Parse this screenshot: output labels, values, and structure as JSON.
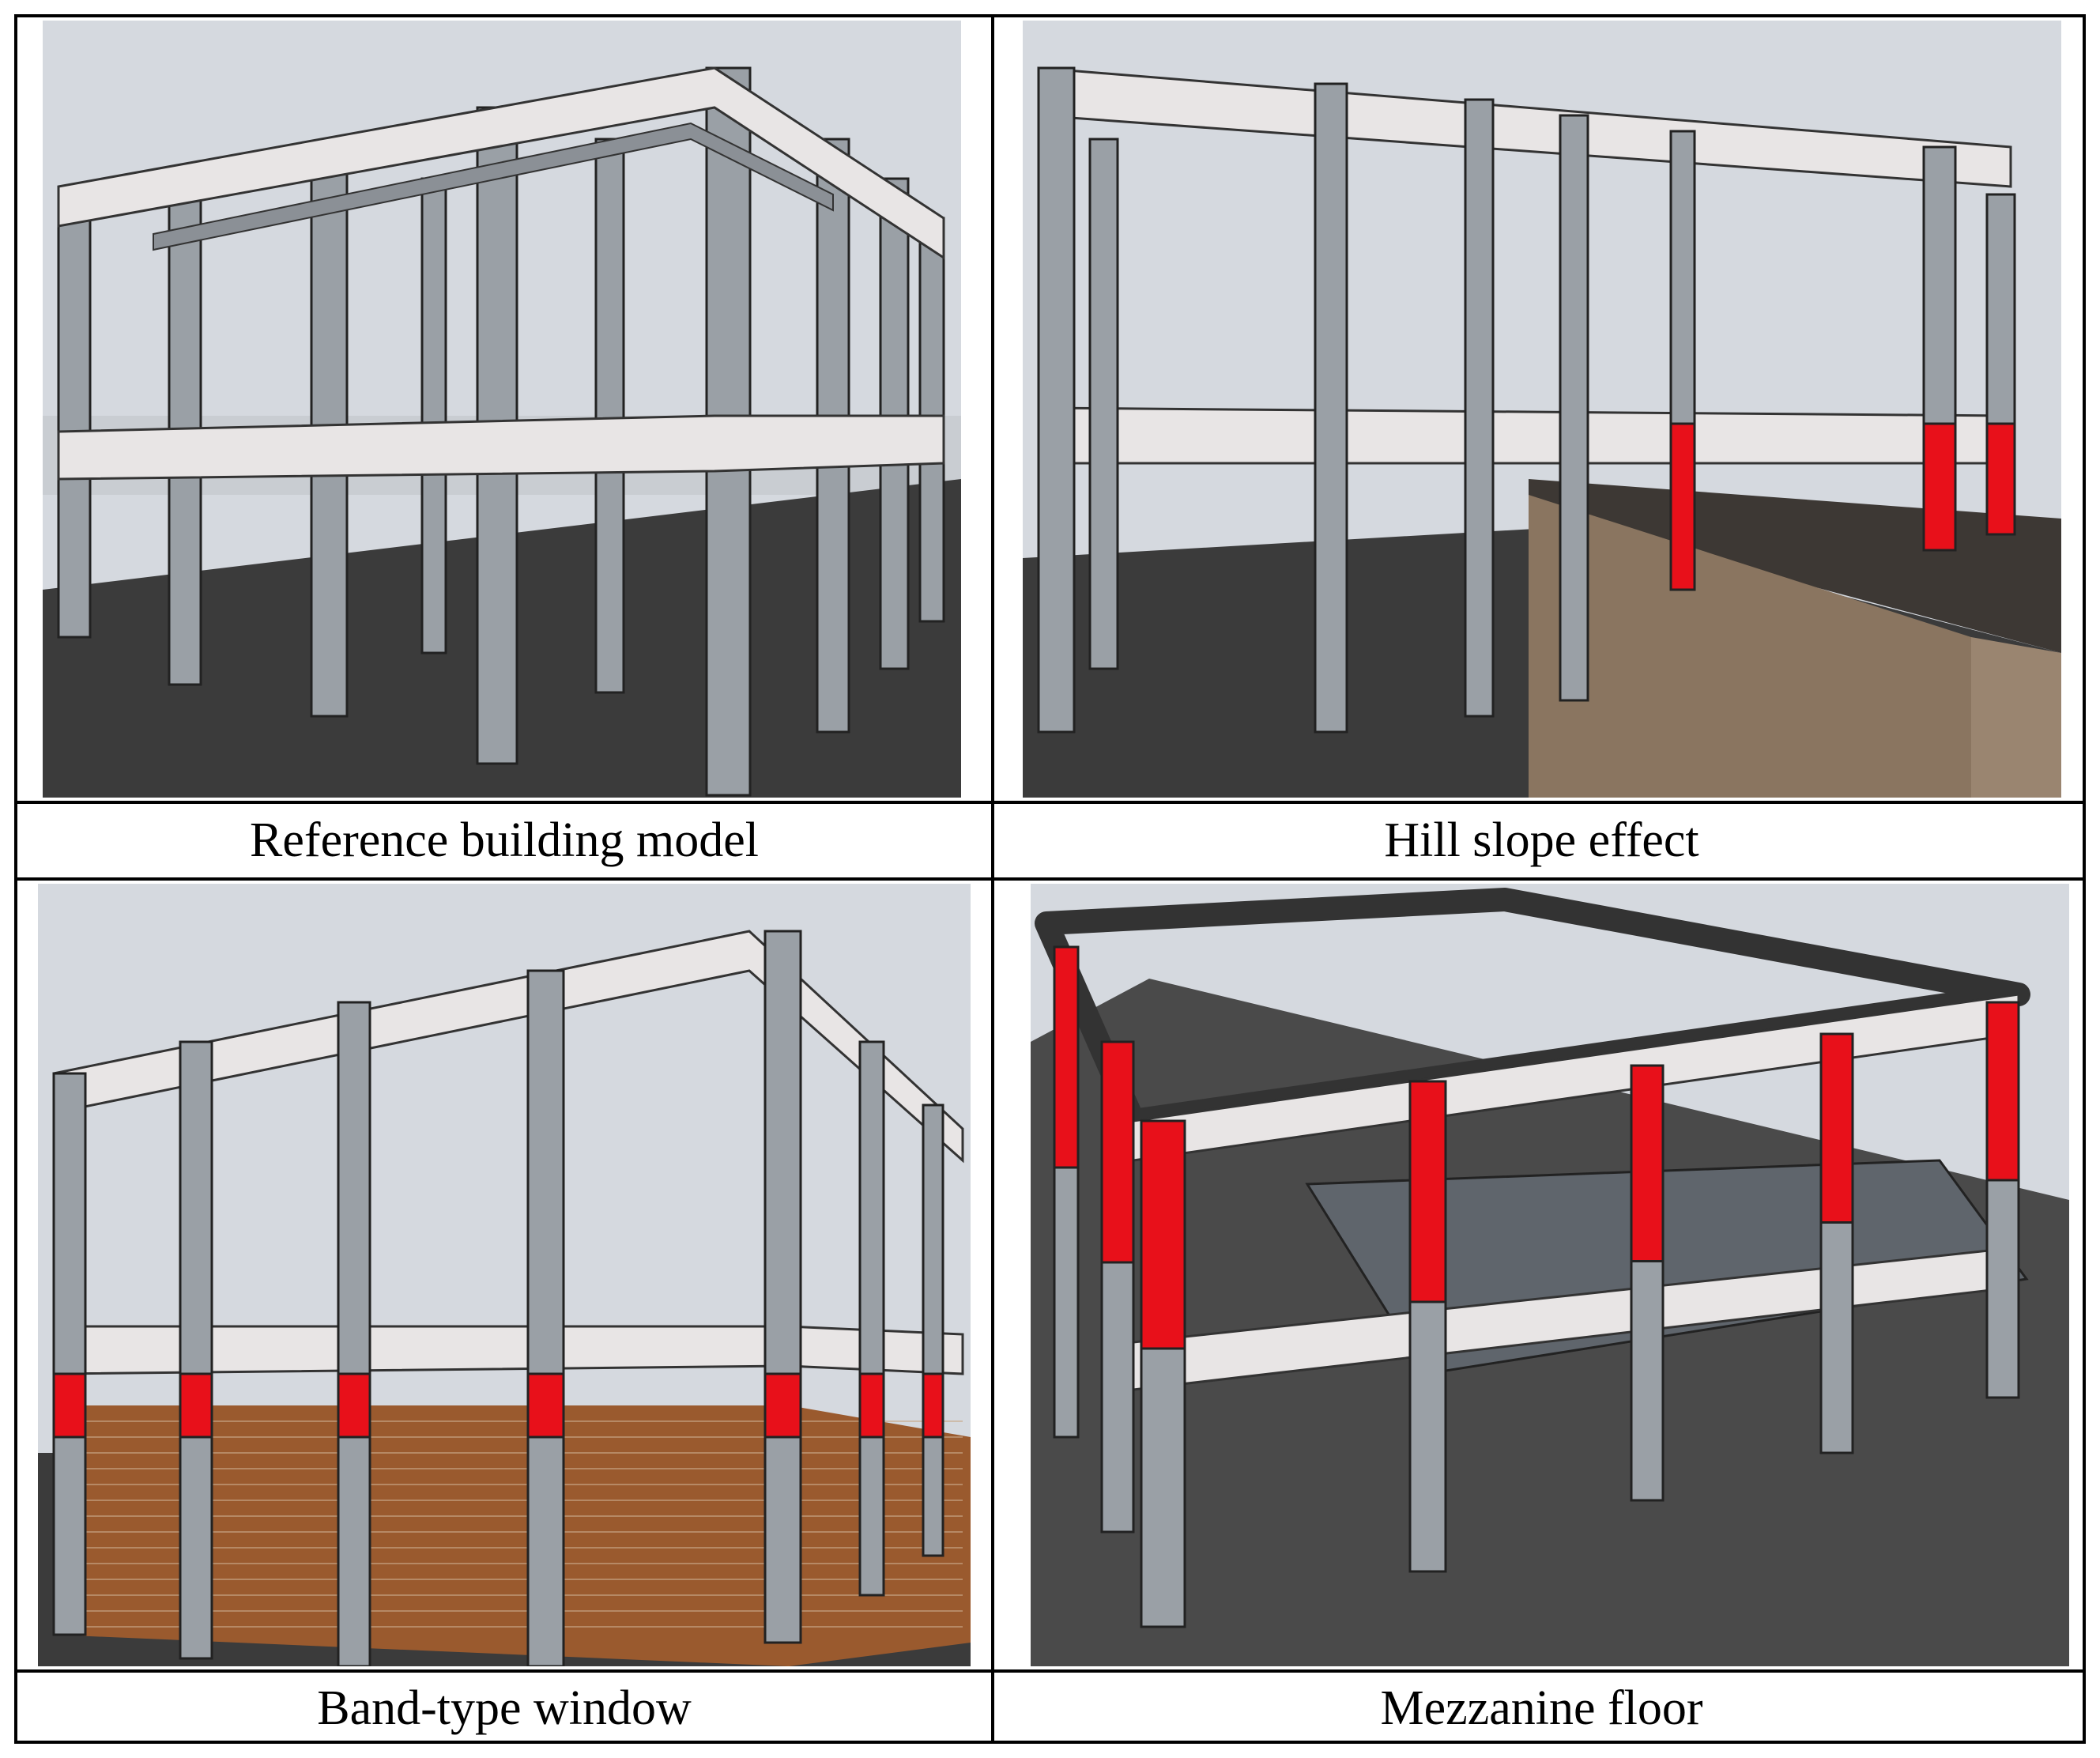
{
  "panels": [
    {
      "id": "reference",
      "caption": "Reference building model"
    },
    {
      "id": "hill",
      "caption": "Hill slope effect"
    },
    {
      "id": "band",
      "caption": "Band-type window"
    },
    {
      "id": "mezzanine",
      "caption": "Mezzanine floor"
    }
  ],
  "colors": {
    "sky": "#d7dbe0",
    "ground": "#3b3b3b",
    "column": "#9aa0a6",
    "column_shade": "#6f757b",
    "beam": "#e6e3e3",
    "weak_column": "#e8101a",
    "brick": "#9a5a2e",
    "soil": "#8a7560",
    "slab": "#5f656c"
  }
}
